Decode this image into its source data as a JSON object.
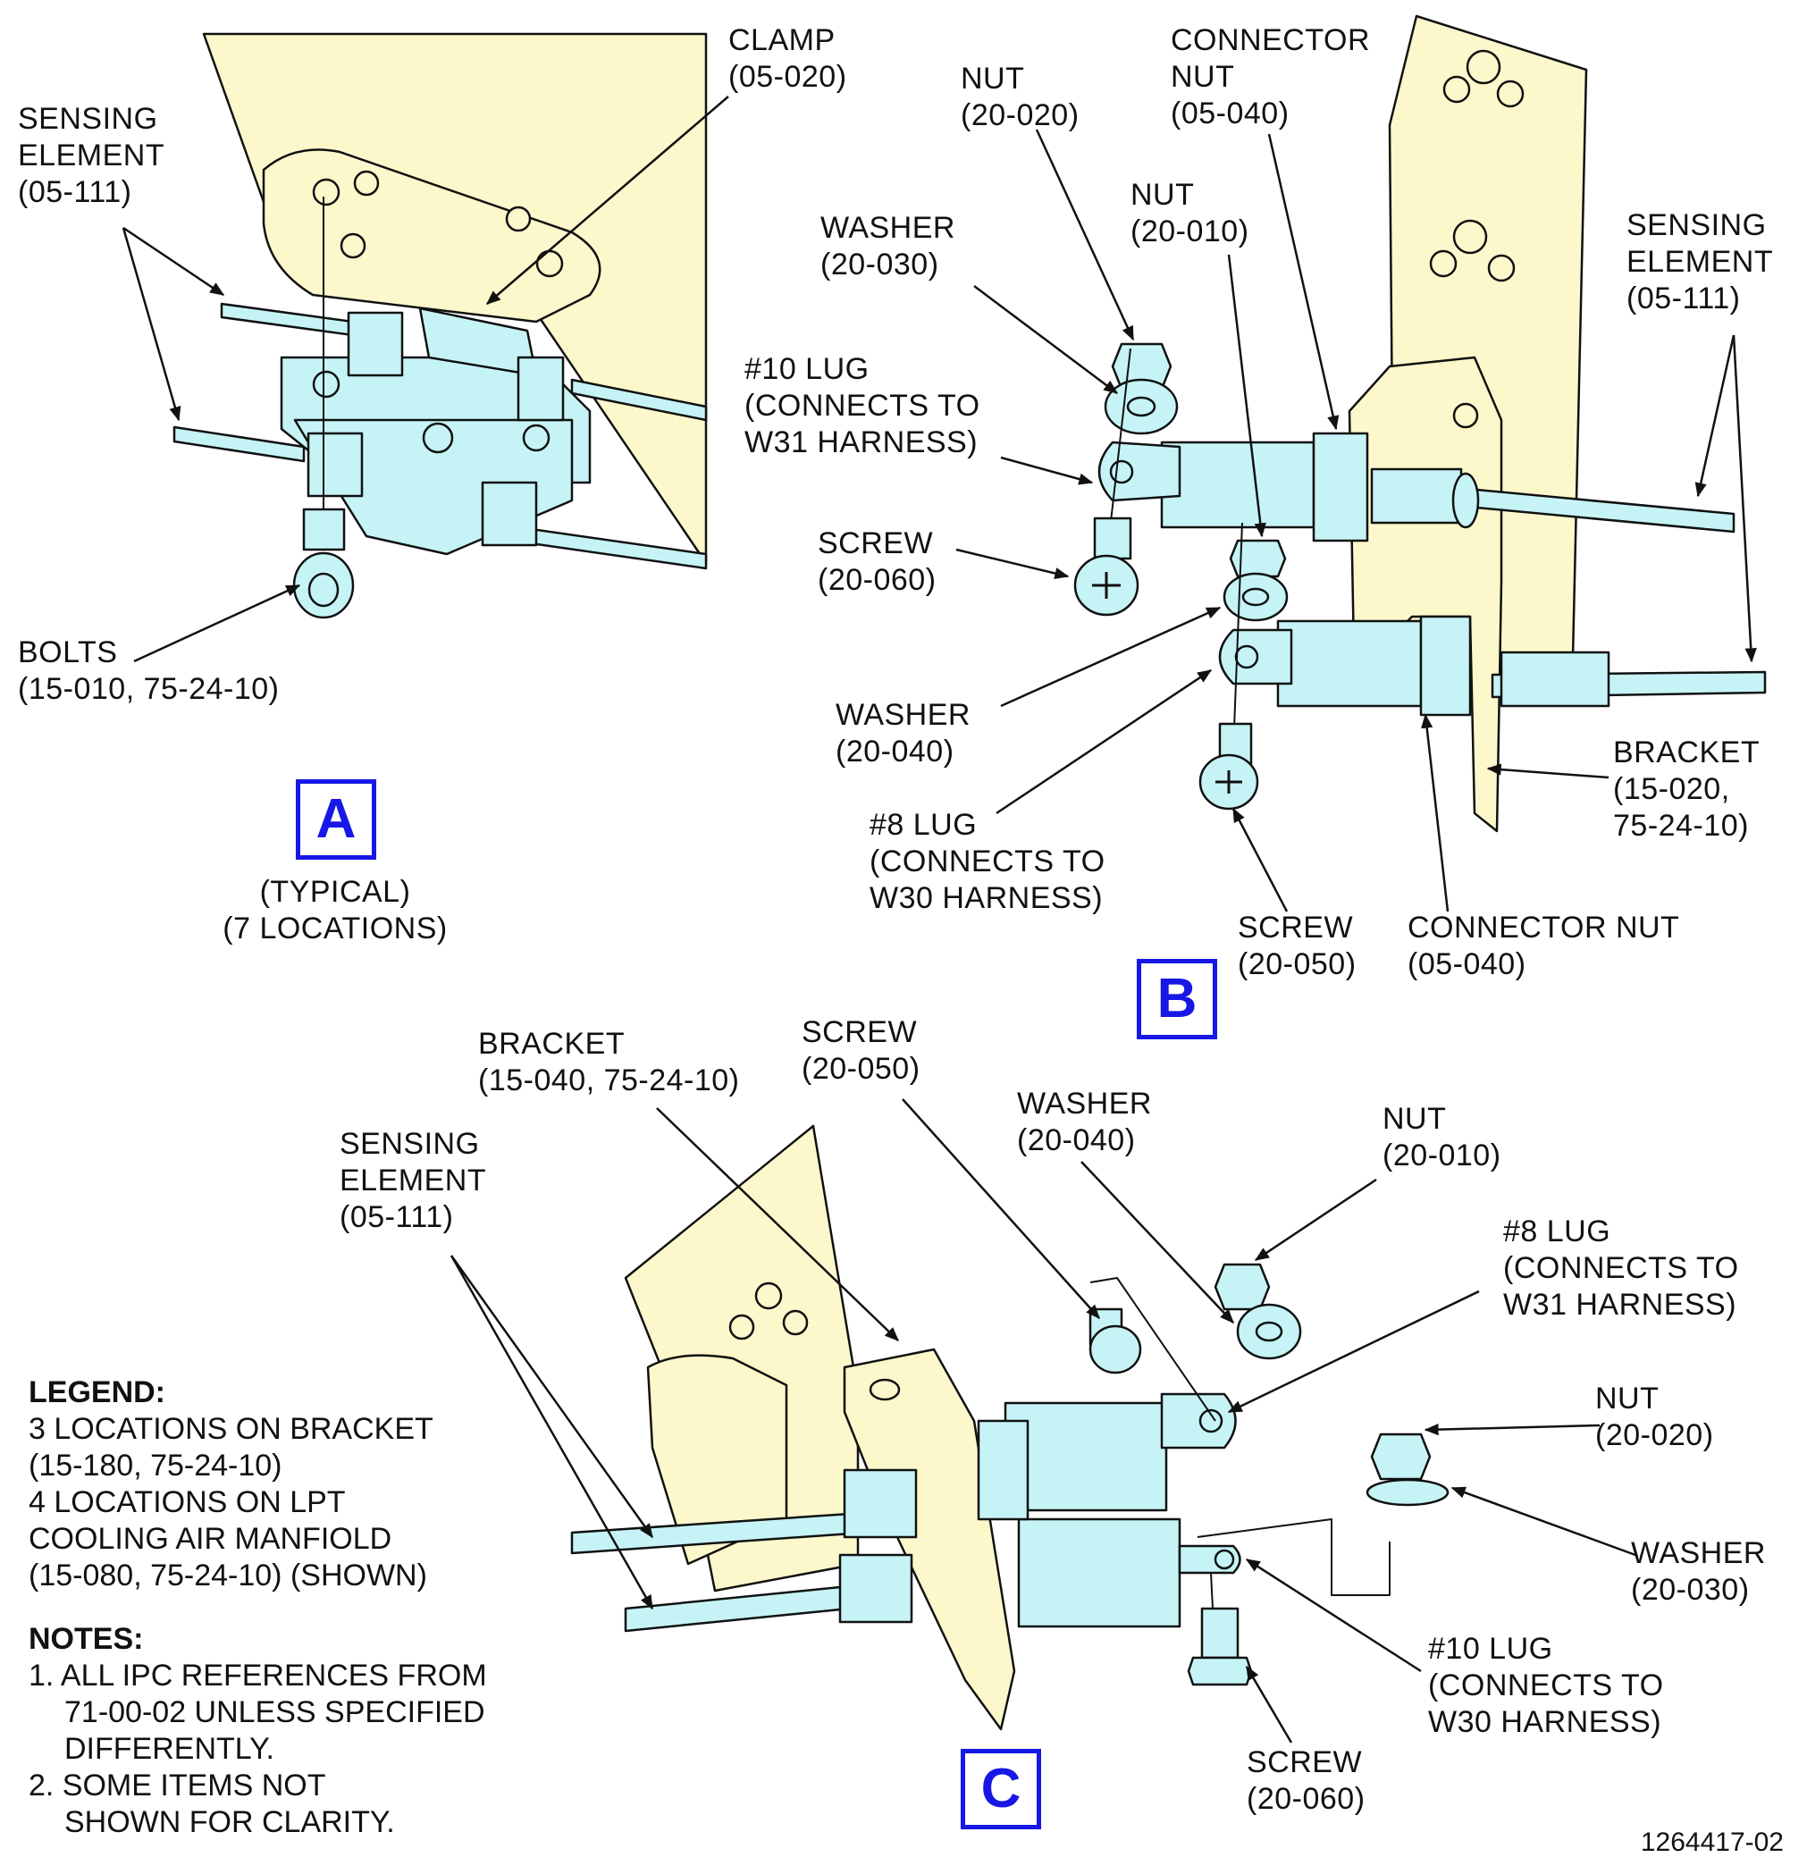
{
  "colors": {
    "part_blue": "#c6f4f6",
    "structure_yellow": "#fcf8cc",
    "view_label_blue": "#1717e6",
    "line": "#111111"
  },
  "view_a": {
    "letter": "A",
    "caption": [
      "(TYPICAL)",
      "(7 LOCATIONS)"
    ],
    "labels": {
      "clamp": [
        "CLAMP",
        "(05-020)"
      ],
      "sensing_element": [
        "SENSING",
        "ELEMENT",
        "(05-111)"
      ],
      "bolts": [
        "BOLTS",
        "(15-010, 75-24-10)"
      ]
    }
  },
  "view_b": {
    "letter": "B",
    "labels": {
      "nut_20_020": [
        "NUT",
        "(20-020)"
      ],
      "connector_nut_top": [
        "CONNECTOR",
        "NUT",
        "(05-040)"
      ],
      "nut_20_010": [
        "NUT",
        "(20-010)"
      ],
      "washer_20_030": [
        "WASHER",
        "(20-030)"
      ],
      "sensing_element": [
        "SENSING",
        "ELEMENT",
        "(05-111)"
      ],
      "lug_10": [
        "#10 LUG",
        "(CONNECTS TO",
        "W31 HARNESS)"
      ],
      "screw_20_060": [
        "SCREW",
        "(20-060)"
      ],
      "washer_20_040": [
        "WASHER",
        "(20-040)"
      ],
      "bracket": [
        "BRACKET",
        "(15-020,",
        "75-24-10)"
      ],
      "lug_8": [
        "#8 LUG",
        "(CONNECTS TO",
        "W30 HARNESS)"
      ],
      "screw_20_050": [
        "SCREW",
        "(20-050)"
      ],
      "connector_nut_bottom": [
        "CONNECTOR NUT",
        "(05-040)"
      ]
    }
  },
  "view_c": {
    "letter": "C",
    "labels": {
      "bracket": [
        "BRACKET",
        "(15-040, 75-24-10)"
      ],
      "screw_20_050": [
        "SCREW",
        "(20-050)"
      ],
      "sensing_element": [
        "SENSING",
        "ELEMENT",
        "(05-111)"
      ],
      "washer_20_040": [
        "WASHER",
        "(20-040)"
      ],
      "nut_20_010": [
        "NUT",
        "(20-010)"
      ],
      "lug_8": [
        "#8 LUG",
        "(CONNECTS TO",
        "W31 HARNESS)"
      ],
      "nut_20_020": [
        "NUT",
        "(20-020)"
      ],
      "washer_20_030": [
        "WASHER",
        "(20-030)"
      ],
      "lug_10": [
        "#10 LUG",
        "(CONNECTS TO",
        "W30 HARNESS)"
      ],
      "screw_20_060": [
        "SCREW",
        "(20-060)"
      ]
    }
  },
  "legend": {
    "heading": "LEGEND:",
    "lines": [
      "3 LOCATIONS ON BRACKET",
      "(15-180, 75-24-10)",
      "4 LOCATIONS ON LPT",
      "COOLING AIR MANFIOLD",
      "(15-080, 75-24-10) (SHOWN)"
    ]
  },
  "notes": {
    "heading": "NOTES:",
    "items": [
      [
        "1. ALL IPC REFERENCES FROM",
        "71-00-02 UNLESS SPECIFIED",
        "DIFFERENTLY."
      ],
      [
        "2. SOME ITEMS NOT",
        "SHOWN FOR CLARITY."
      ]
    ]
  },
  "figure_id": "1264417-02"
}
